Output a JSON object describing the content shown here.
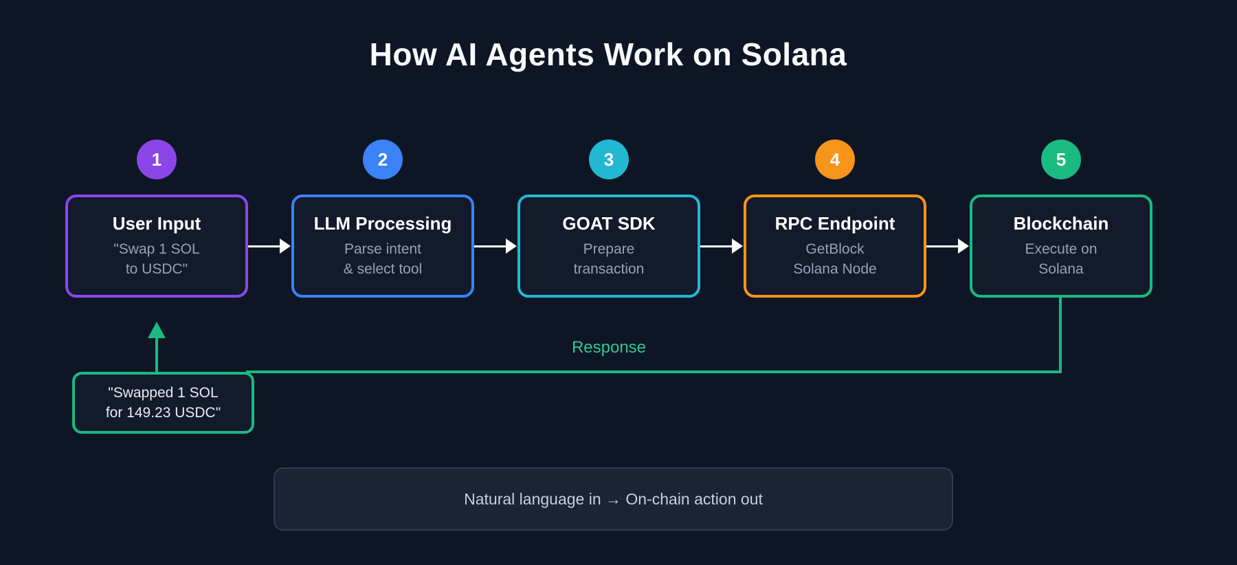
{
  "title": "How AI Agents Work on Solana",
  "colors": {
    "background": "#0e1626",
    "node_fill": "#131a2c",
    "purple": "#8b46e8",
    "blue": "#3b82f6",
    "cyan": "#22b8d1",
    "orange": "#f7941a",
    "green": "#1aba80",
    "response_text": "#2fc993",
    "arrow_white": "#ffffff"
  },
  "steps": [
    {
      "number": "1",
      "title": "User Input",
      "subtitle": "\"Swap 1 SOL\nto USDC\"",
      "color": "#8b46e8"
    },
    {
      "number": "2",
      "title": "LLM Processing",
      "subtitle": "Parse intent\n& select tool",
      "color": "#3b82f6"
    },
    {
      "number": "3",
      "title": "GOAT SDK",
      "subtitle": "Prepare\ntransaction",
      "color": "#22b8d1"
    },
    {
      "number": "4",
      "title": "RPC Endpoint",
      "subtitle": "GetBlock\nSolana Node",
      "color": "#f7941a"
    },
    {
      "number": "5",
      "title": "Blockchain",
      "subtitle": "Execute on\nSolana",
      "color": "#1aba80"
    }
  ],
  "feedback": {
    "label": "Response",
    "result_line1": "\"Swapped 1 SOL",
    "result_line2": "for 149.23 USDC\""
  },
  "footer": {
    "text": "Natural language in → On-chain action out"
  }
}
